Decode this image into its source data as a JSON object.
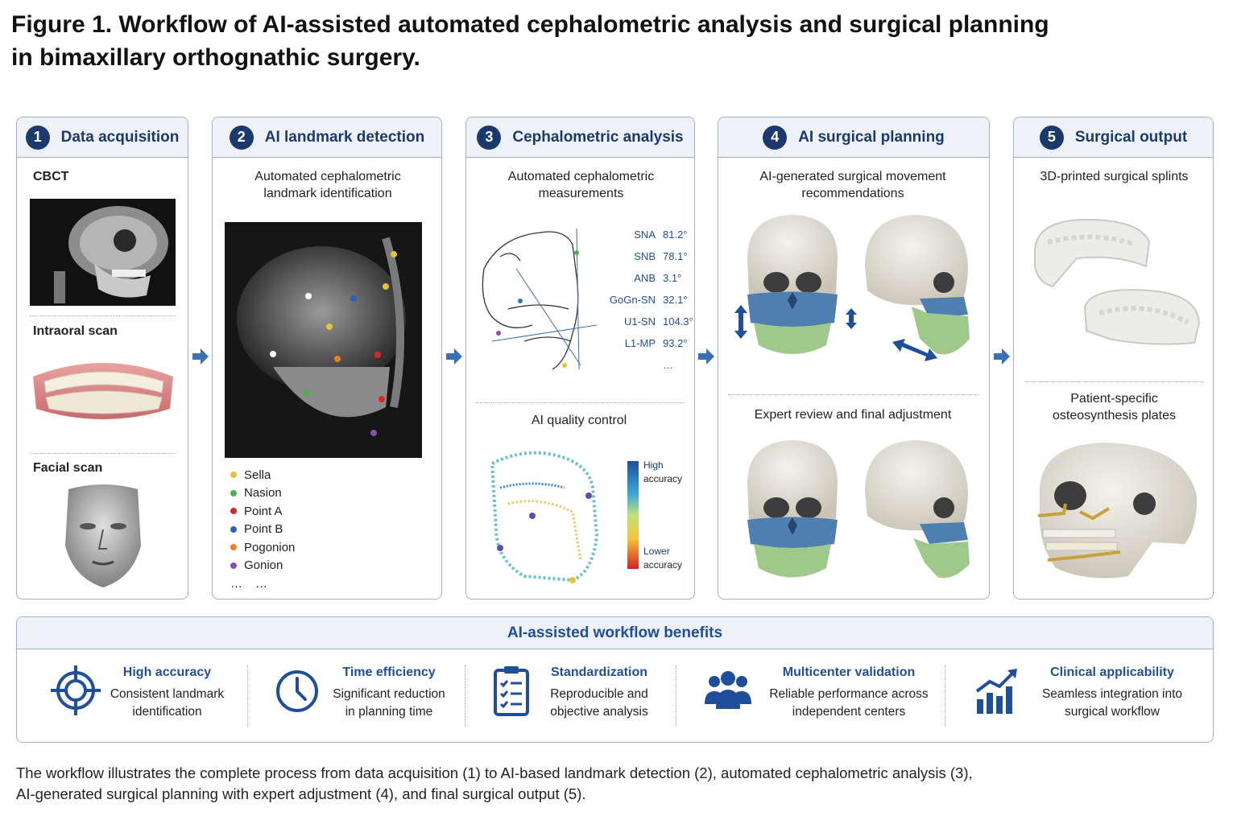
{
  "figure": {
    "title_line1": "Figure 1.  Workflow of AI-assisted automated cephalometric analysis and surgical planning",
    "title_line2": "in bimaxillary orthognathic surgery."
  },
  "colors": {
    "navy": "#1b3a6b",
    "accent_blue": "#1f4f99",
    "panel_border": "#9db0cc",
    "header_bg": "#eef2f8",
    "maxilla_blue": "#4f7fb0",
    "mandible_green": "#9fc98a",
    "bone": "#e6e2d8"
  },
  "panels": [
    {
      "num": "1",
      "title": "Data acquisition",
      "sections": [
        "CBCT",
        "Intraoral scan",
        "Facial scan"
      ]
    },
    {
      "num": "2",
      "title": "AI landmark detection",
      "subtitle_line1": "Automated cephalometric",
      "subtitle_line2": "landmark identification",
      "legend": [
        {
          "label": "Sella",
          "color": "#e8c13a"
        },
        {
          "label": "Nasion",
          "color": "#4caf50"
        },
        {
          "label": "Point A",
          "color": "#d62828"
        },
        {
          "label": "Point B",
          "color": "#2f62b5"
        },
        {
          "label": "Pogonion",
          "color": "#f07f1f"
        },
        {
          "label": "Gonion",
          "color": "#8a4fb3"
        }
      ],
      "legend_more_left": "…",
      "legend_more_right": "…"
    },
    {
      "num": "3",
      "title": "Cephalometric analysis",
      "subtitle_line1": "Automated cephalometric",
      "subtitle_line2": "measurements",
      "measurements": [
        {
          "name": "SNA",
          "value": "81.2°"
        },
        {
          "name": "SNB",
          "value": "78.1°"
        },
        {
          "name": "ANB",
          "value": "3.1°"
        },
        {
          "name": "GoGn-SN",
          "value": "32.1°"
        },
        {
          "name": "U1-SN",
          "value": "104.3°"
        },
        {
          "name": "L1-MP",
          "value": "93.2°"
        }
      ],
      "measurements_more": "…",
      "qc_title": "AI quality control",
      "scale_high_line1": "High",
      "scale_high_line2": "accuracy",
      "scale_low_line1": "Lower",
      "scale_low_line2": "accuracy"
    },
    {
      "num": "4",
      "title": "AI surgical planning",
      "subtitle_line1": "AI-generated surgical movement",
      "subtitle_line2": "recommendations",
      "review_title": "Expert review and final adjustment"
    },
    {
      "num": "5",
      "title": "Surgical output",
      "subtitle": "3D-printed surgical splints",
      "subtitle2_line1": "Patient-specific",
      "subtitle2_line2": "osteosynthesis plates"
    }
  ],
  "benefits": {
    "title": "AI-assisted workflow benefits",
    "items": [
      {
        "title": "High accuracy",
        "desc_line1": "Consistent landmark",
        "desc_line2": "identification",
        "icon": "target-icon"
      },
      {
        "title": "Time efficiency",
        "desc_line1": "Significant reduction",
        "desc_line2": "in planning time",
        "icon": "clock-icon"
      },
      {
        "title": "Standardization",
        "desc_line1": "Reproducible and",
        "desc_line2": "objective analysis",
        "icon": "checklist-icon"
      },
      {
        "title": "Multicenter validation",
        "desc_line1": "Reliable performance across",
        "desc_line2": "independent centers",
        "icon": "people-icon"
      },
      {
        "title": "Clinical applicability",
        "desc_line1": "Seamless integration into",
        "desc_line2": "surgical workflow",
        "icon": "growth-chart-icon"
      }
    ]
  },
  "caption": {
    "line1": "The workflow illustrates the complete process from data acquisition (1) to AI-based landmark detection (2), automated cephalometric analysis (3),",
    "line2": "AI-generated surgical planning with expert adjustment (4), and final surgical output (5)."
  }
}
